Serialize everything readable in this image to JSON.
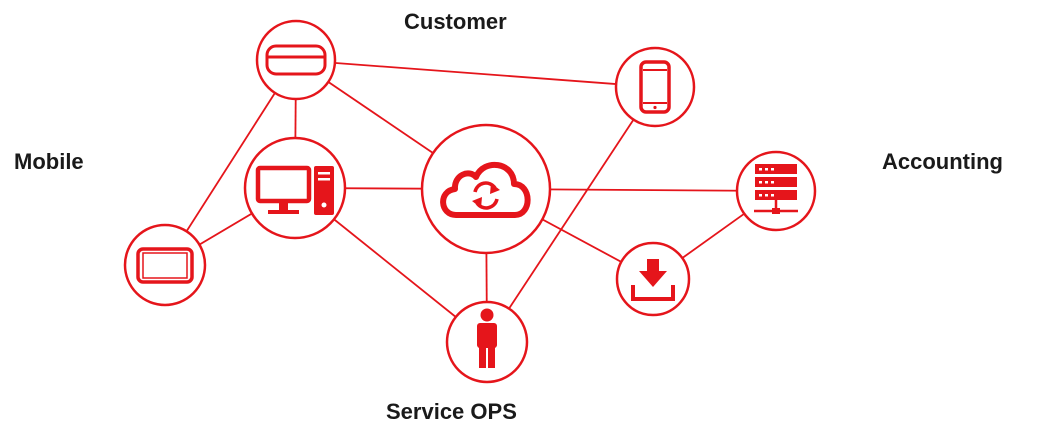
{
  "labels": {
    "customer": "Customer",
    "mobile": "Mobile",
    "accounting": "Accounting",
    "service_ops": "Service OPS"
  },
  "colors": {
    "accent": "#e5151b",
    "text": "#1a1a1a",
    "background": "#ffffff"
  },
  "nodes": [
    {
      "id": "database",
      "icon": "database-icon"
    },
    {
      "id": "smartphone",
      "icon": "smartphone-icon"
    },
    {
      "id": "desktop",
      "icon": "desktop-computer-icon"
    },
    {
      "id": "cloud",
      "icon": "cloud-sync-icon"
    },
    {
      "id": "server",
      "icon": "server-rack-icon"
    },
    {
      "id": "tablet",
      "icon": "tablet-icon"
    },
    {
      "id": "download",
      "icon": "download-icon"
    },
    {
      "id": "person",
      "icon": "person-icon"
    }
  ],
  "connections": [
    [
      "database",
      "smartphone"
    ],
    [
      "database",
      "desktop"
    ],
    [
      "database",
      "cloud"
    ],
    [
      "database",
      "tablet"
    ],
    [
      "desktop",
      "cloud"
    ],
    [
      "desktop",
      "tablet"
    ],
    [
      "desktop",
      "person"
    ],
    [
      "cloud",
      "server"
    ],
    [
      "cloud",
      "download"
    ],
    [
      "cloud",
      "person"
    ],
    [
      "smartphone",
      "person"
    ],
    [
      "server",
      "download"
    ]
  ]
}
